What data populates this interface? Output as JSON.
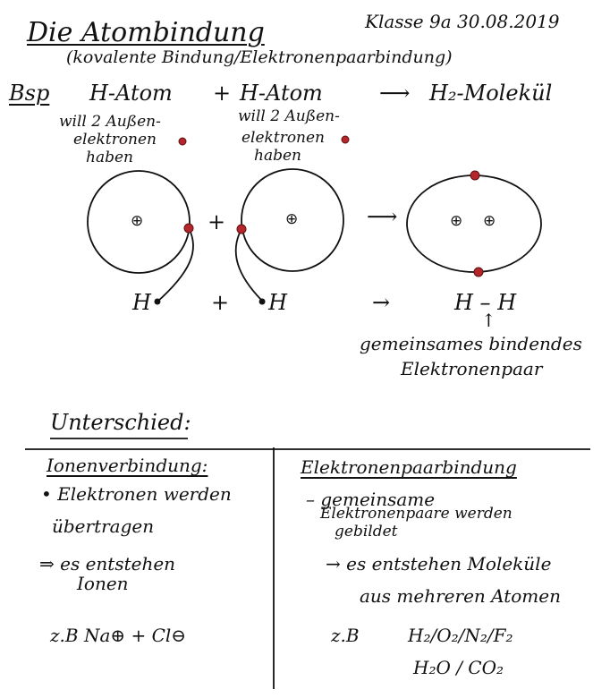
{
  "header": {
    "title": "Die Atombindung",
    "subtitle": "(kovalente Bindung/Elektronenpaarbindung)",
    "class_date": "Klasse 9a   30.08.2019"
  },
  "example": {
    "label": "Bsp",
    "atom1": "H-Atom",
    "plus": "+",
    "atom2": "H-Atom",
    "arrow": "⟶",
    "molecule": "H₂-Molekül",
    "note1": [
      "will 2 Außen-",
      "elektronen",
      "haben"
    ],
    "note2": [
      "will 2 Außen-",
      "elektronen",
      "haben"
    ]
  },
  "diagram": {
    "nucleus_symbol": "⊕",
    "plus": "+",
    "arrow": "⟶",
    "electron_color": "#b5262b",
    "formula_left": "H•",
    "formula_plus": "+",
    "formula_right": "•H",
    "formula_arrow": "→",
    "product": "H – H",
    "up_arrow": "↑",
    "caption": [
      "gemeinsames bindendes",
      "Elektronenpaar"
    ]
  },
  "comparison": {
    "heading": "Unterschied:",
    "left": {
      "header": "Ionenverbindung:",
      "line1": "• Elektronen werden",
      "line2": "übertragen",
      "line3": "⇒ es entstehen",
      "line4": "Ionen",
      "example": "z.B   Na⊕ + Cl⊖"
    },
    "right": {
      "header": "Elektronenpaarbindung",
      "line1": "– gemeinsame",
      "line2": "Elektronenpaare werden",
      "line3": "gebildet",
      "line4": "→ es entstehen Moleküle",
      "line5": "aus mehreren Atomen",
      "example_label": "z.B",
      "example1": "H₂/O₂/N₂/F₂",
      "example2": "H₂O / CO₂"
    }
  }
}
